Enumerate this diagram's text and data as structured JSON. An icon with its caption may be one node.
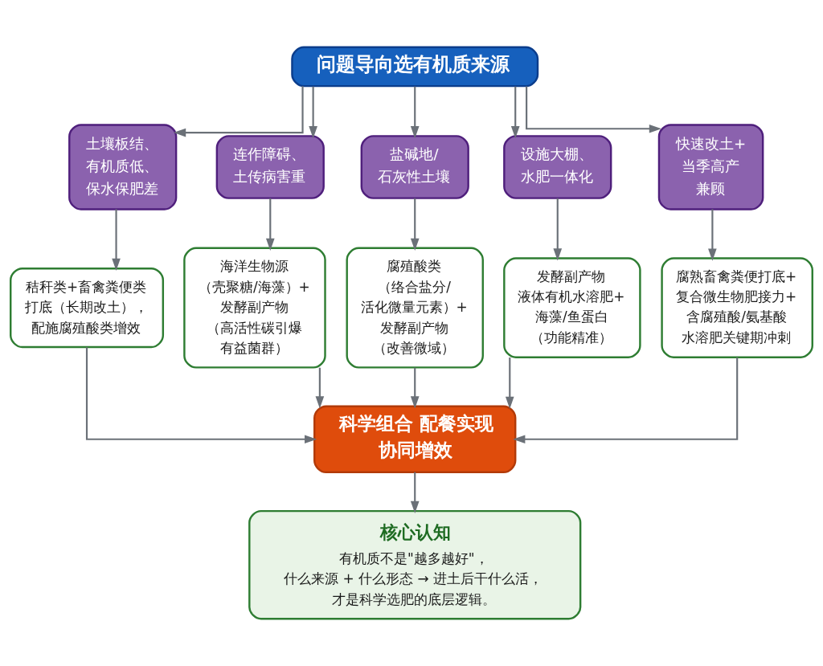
{
  "diagram": {
    "nodes": [
      {
        "text": [
          "问题导向选有机质来源"
        ]
      },
      {
        "text": [
          "土壤板结、有机质低、保水保肥差"
        ]
      },
      {
        "text": [
          "连作障碍、土传病害重"
        ]
      },
      {
        "text": [
          "盐碱地/石灰性土壤"
        ]
      },
      {
        "text": [
          "设施大棚、水肥一体化"
        ]
      },
      {
        "text": [
          "快速改土+当季高产兼顾"
        ]
      },
      {
        "text": [
          "秸秆类+畜禽粪便类打底（长期改土），配施腐殖酸类增效"
        ]
      },
      {
        "text": [
          "海洋生物源（壳聚糖/海藻）+发酵副产物（高活性碳引爆有益菌群）"
        ]
      },
      {
        "text": [
          "腐殖酸类（络合盐分/活化微量元素）+发酵副产物（改善微域）"
        ]
      },
      {
        "text": [
          "发酵副产物液体有机水溶肥+海藻/鱼蛋白（功能精准）"
        ]
      },
      {
        "text": [
          "腐熟畜禽粪便打底+复合微生物肥接力+含腐殖酸/氨基酸水溶肥关键期冲刺"
        ]
      },
      {
        "text": [
          "科学组合 配餐实现协同增效"
        ]
      },
      {
        "text": [
          "核心认知",
          "有机质不是\"越多越好\"，什么来源 + 什么形态 → 进土后干什么活，才是科学选肥的底层逻辑。"
        ]
      }
    ],
    "edges": [
      {
        "from": 0,
        "to": 1,
        "arrow": "to"
      },
      {
        "from": 0,
        "to": 2,
        "arrow": "to"
      },
      {
        "from": 0,
        "to": 3,
        "arrow": "to"
      },
      {
        "from": 0,
        "to": 4,
        "arrow": "to"
      },
      {
        "from": 0,
        "to": 5,
        "arrow": "to"
      },
      {
        "from": 1,
        "to": 6,
        "arrow": "to"
      },
      {
        "from": 2,
        "to": 7,
        "arrow": "to"
      },
      {
        "from": 3,
        "to": 8,
        "arrow": "to"
      },
      {
        "from": 4,
        "to": 9,
        "arrow": "to"
      },
      {
        "from": 5,
        "to": 10,
        "arrow": "to"
      },
      {
        "from": 6,
        "to": 11,
        "arrow": "to"
      },
      {
        "from": 7,
        "to": 11,
        "arrow": "to"
      },
      {
        "from": 8,
        "to": 11,
        "arrow": "to"
      },
      {
        "from": 9,
        "to": 11,
        "arrow": "to"
      },
      {
        "from": 10,
        "to": 11,
        "arrow": "to"
      },
      {
        "from": 11,
        "to": 12,
        "arrow": "to"
      }
    ]
  }
}
